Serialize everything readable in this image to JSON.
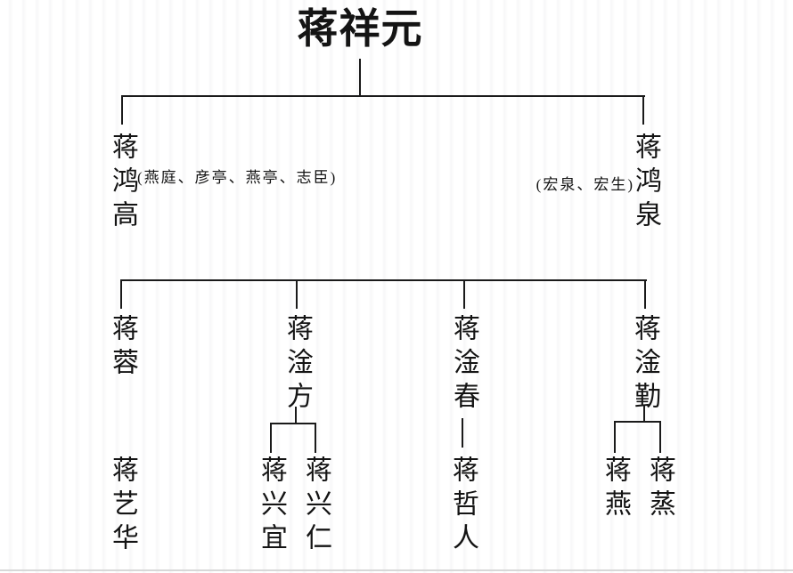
{
  "colors": {
    "ink": "#1a1a1a",
    "scan_edge": "#d8d8d8",
    "background": "#ffffff"
  },
  "tree": {
    "root": {
      "name": "蒋祥元"
    },
    "gen2": {
      "left": {
        "name": "蒋鸿高",
        "alias": "(燕庭、彦亭、燕亭、志臣)"
      },
      "right": {
        "name": "蒋鸿泉",
        "alias": "(宏泉、宏生)"
      }
    },
    "gen3": {
      "nodes": [
        {
          "name": "蒋蓉"
        },
        {
          "name": "蒋淦方",
          "children": [
            "蒋兴宜",
            "蒋兴仁"
          ]
        },
        {
          "name": "蒋淦春",
          "children": [
            "蒋哲人"
          ]
        },
        {
          "name": "蒋淦勤",
          "children": [
            "蒋燕",
            "蒋蒸"
          ]
        }
      ]
    },
    "gen4": {
      "nodes": [
        {
          "name": "蒋艺华"
        },
        {
          "name": "蒋兴宜"
        },
        {
          "name": "蒋兴仁"
        },
        {
          "name": "蒋哲人"
        },
        {
          "name": "蒋燕"
        },
        {
          "name": "蒋蒸"
        }
      ]
    }
  }
}
